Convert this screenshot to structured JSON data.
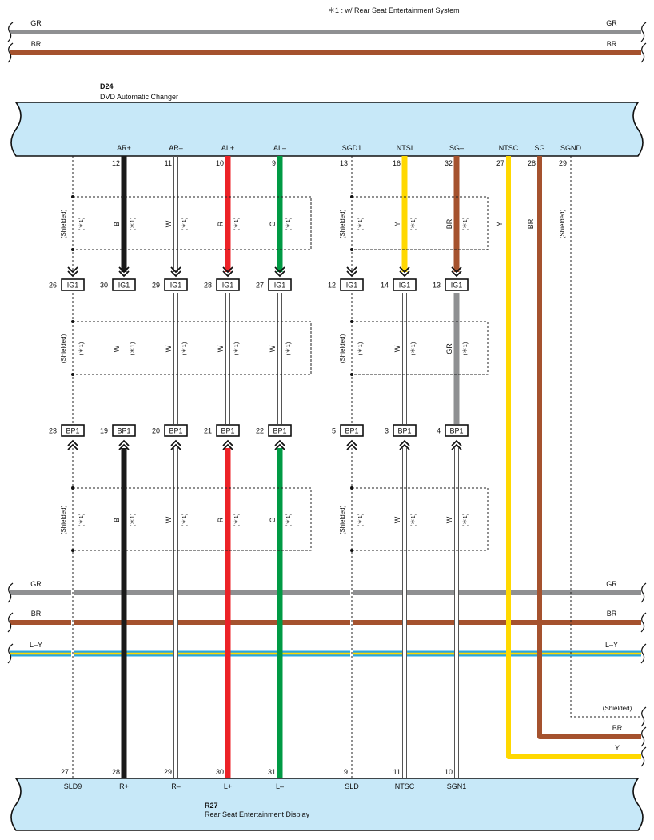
{
  "note": "＊1 : w/ Rear Seat Entertainment System",
  "colors": {
    "GR": "#8f9092",
    "BR": "#a5522e",
    "B": "#1a1a1a",
    "W": "#ffffff",
    "R": "#ec2227",
    "G": "#009a44",
    "Y": "#ffd800",
    "panel": "#c7e8f8",
    "L": "#2aa7df"
  },
  "buses": {
    "top": [
      {
        "color": "GR",
        "label_left": "GR",
        "label_right": "GR"
      },
      {
        "color": "BR",
        "label_left": "BR",
        "label_right": "BR"
      }
    ],
    "bottom": [
      {
        "color": "GR",
        "label_left": "GR",
        "label_right": "GR"
      },
      {
        "color": "BR",
        "label_left": "BR",
        "label_right": "BR"
      },
      {
        "color": "L-Y",
        "label_left": "L–Y",
        "label_right": "L–Y"
      }
    ]
  },
  "components": {
    "top": {
      "code": "D24",
      "name": "DVD Automatic Changer"
    },
    "bottom": {
      "code": "R27",
      "name": "Rear Seat Entertainment Display"
    }
  },
  "wires": [
    {
      "id": "w1",
      "top_pin": "",
      "top_num": "",
      "seg1": "",
      "seg2": "",
      "seg3": "",
      "ig_pin": "26",
      "bp_pin": "23",
      "bottom_num": "27",
      "bottom_pin": "SLD9"
    },
    {
      "id": "w2",
      "top_pin": "AR+",
      "top_num": "12",
      "seg1": "B",
      "seg2": "W",
      "seg3": "B",
      "ig_pin": "30",
      "bp_pin": "19",
      "bottom_num": "28",
      "bottom_pin": "R+"
    },
    {
      "id": "w3",
      "top_pin": "AR–",
      "top_num": "11",
      "seg1": "W",
      "seg2": "W",
      "seg3": "W",
      "ig_pin": "29",
      "bp_pin": "20",
      "bottom_num": "29",
      "bottom_pin": "R–"
    },
    {
      "id": "w4",
      "top_pin": "AL+",
      "top_num": "10",
      "seg1": "R",
      "seg2": "W",
      "seg3": "R",
      "ig_pin": "28",
      "bp_pin": "21",
      "bottom_num": "30",
      "bottom_pin": "L+"
    },
    {
      "id": "w5",
      "top_pin": "AL–",
      "top_num": "9",
      "seg1": "G",
      "seg2": "W",
      "seg3": "G",
      "ig_pin": "27",
      "bp_pin": "22",
      "bottom_num": "31",
      "bottom_pin": "L–"
    },
    {
      "id": "w6",
      "top_pin": "SGD1",
      "top_num": "13",
      "seg1": "",
      "seg2": "",
      "seg3": "",
      "ig_pin": "12",
      "bp_pin": "5",
      "bottom_num": "9",
      "bottom_pin": "SLD"
    },
    {
      "id": "w7",
      "top_pin": "NTSI",
      "top_num": "16",
      "seg1": "Y",
      "seg2": "W",
      "seg3": "W",
      "ig_pin": "14",
      "bp_pin": "3",
      "bottom_num": "11",
      "bottom_pin": "NTSC"
    },
    {
      "id": "w8",
      "top_pin": "SG–",
      "top_num": "32",
      "seg1": "BR",
      "seg2": "GR",
      "seg3": "W",
      "ig_pin": "13",
      "bp_pin": "4",
      "bottom_num": "10",
      "bottom_pin": "SGN1"
    }
  ],
  "ext_wires": [
    {
      "id": "e1",
      "top_pin": "NTSC",
      "top_num": "27",
      "label": "Y",
      "exit_label": "Y"
    },
    {
      "id": "e2",
      "top_pin": "SG",
      "top_num": "28",
      "label": "BR",
      "exit_label": "BR"
    },
    {
      "id": "e3",
      "top_pin": "SGND",
      "top_num": "29",
      "label": "(Shielded)",
      "exit_label": "(Shielded)"
    }
  ],
  "connectors": {
    "ig": "IG1",
    "bp": "BP1"
  },
  "shielded_label": "(Shielded)",
  "star_label": "(＊1)"
}
